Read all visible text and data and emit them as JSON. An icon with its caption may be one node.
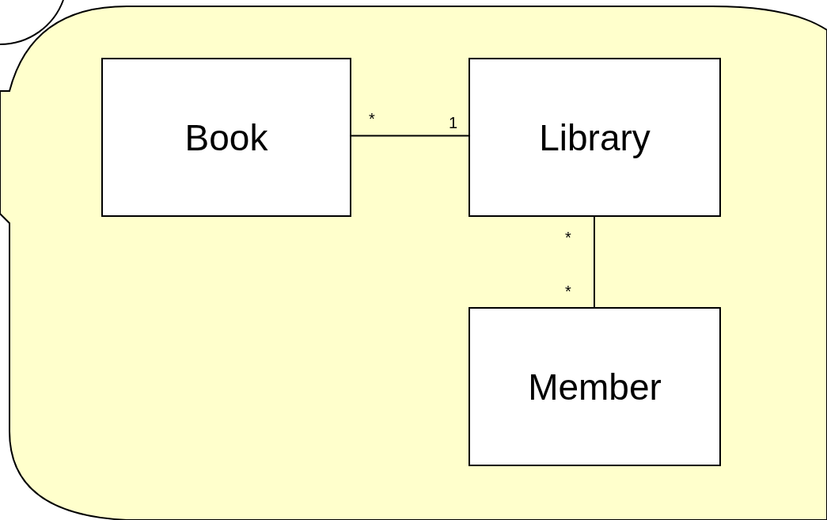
{
  "diagram": {
    "nodes": [
      {
        "text": [
          "Book"
        ]
      },
      {
        "text": [
          "Library"
        ]
      },
      {
        "text": [
          "Member"
        ]
      }
    ],
    "edges": [
      {
        "from": 0,
        "to": 1,
        "arrow": "none"
      },
      {
        "from": 1,
        "to": 2,
        "arrow": "none"
      }
    ],
    "labels": [
      "*",
      "1",
      "*",
      "*"
    ]
  }
}
